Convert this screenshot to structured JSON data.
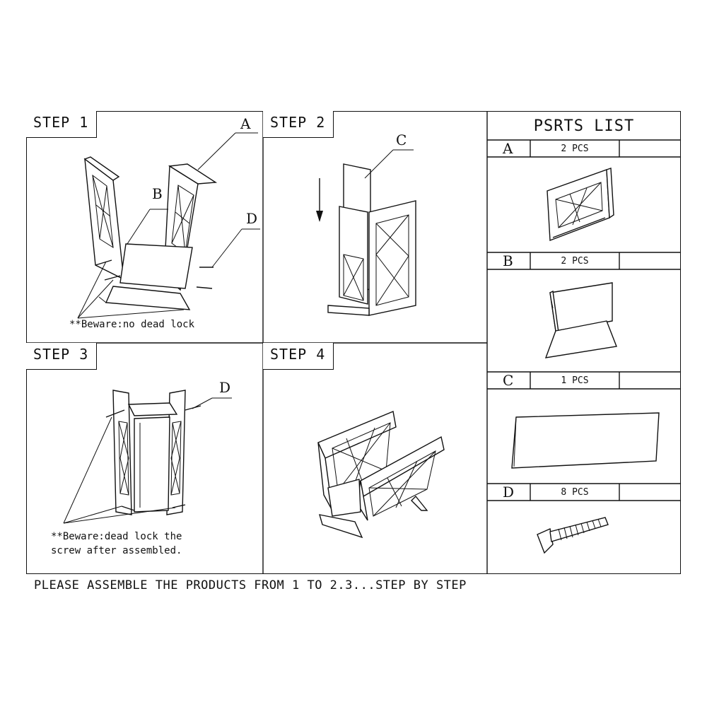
{
  "steps": [
    {
      "label": "STEP 1",
      "callouts": [
        "A",
        "B",
        "D"
      ],
      "note": "**Beware:no dead lock"
    },
    {
      "label": "STEP 2",
      "callouts": [
        "C"
      ]
    },
    {
      "label": "STEP 3",
      "callouts": [
        "D"
      ],
      "note_line1": "**Beware:dead lock the",
      "note_line2": "screw after assembled."
    },
    {
      "label": "STEP 4"
    }
  ],
  "parts_list": {
    "title": "PSRTS LIST",
    "parts": [
      {
        "letter": "A",
        "qty": "2 PCS",
        "icon": "lattice-side-panel-icon"
      },
      {
        "letter": "B",
        "qty": "2 PCS",
        "icon": "base-board-icon"
      },
      {
        "letter": "C",
        "qty": "1 PCS",
        "icon": "flat-board-icon"
      },
      {
        "letter": "D",
        "qty": "8 PCS",
        "icon": "screw-icon"
      }
    ]
  },
  "footer": "PLEASE ASSEMBLE THE PRODUCTS FROM 1 TO 2.3...STEP BY STEP"
}
